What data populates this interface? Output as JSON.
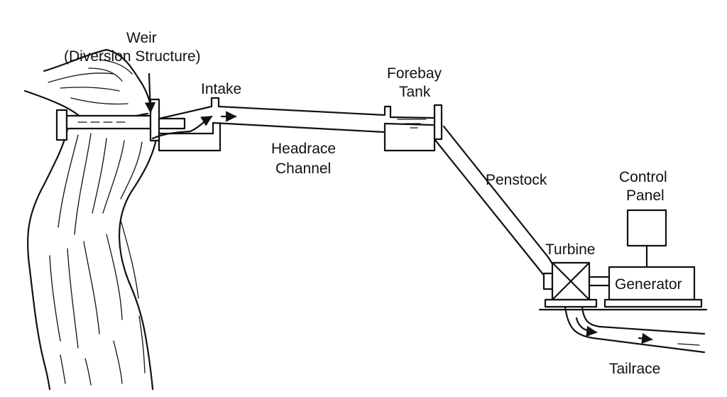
{
  "labels": {
    "weir": "Weir",
    "weir_sub": "(Diversion Structure)",
    "intake": "Intake",
    "forebay_1": "Forebay",
    "forebay_2": "Tank",
    "headrace_1": "Headrace",
    "headrace_2": "Channel",
    "penstock": "Penstock",
    "control_1": "Control",
    "control_2": "Panel",
    "turbine": "Turbine",
    "generator": "Generator",
    "tailrace": "Tailrace"
  }
}
